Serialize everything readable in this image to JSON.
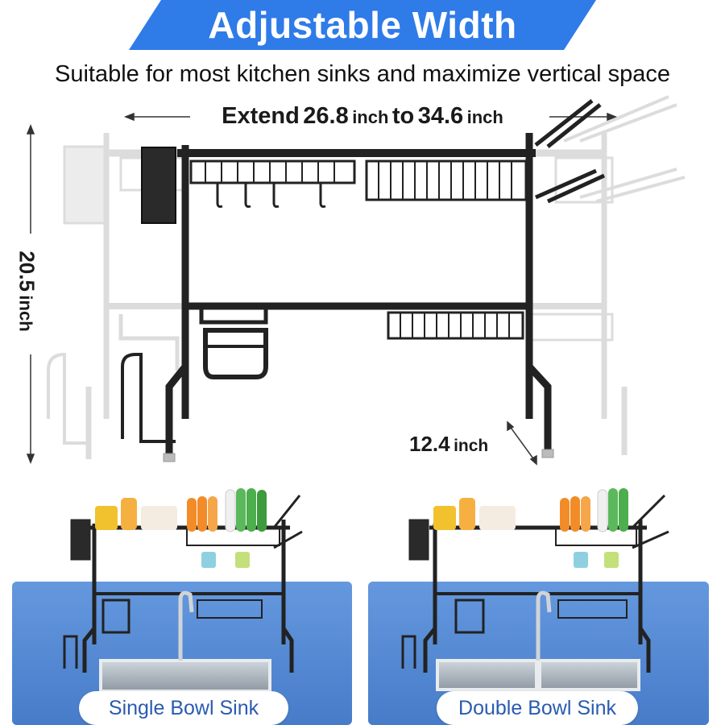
{
  "header": {
    "title": "Adjustable Width",
    "subtitle": "Suitable for most kitchen sinks and maximize vertical space"
  },
  "dimensions": {
    "width_prefix": "Extend",
    "width_min": "26.8",
    "width_unit_1": "inch",
    "width_to": "to",
    "width_max": "34.6",
    "width_unit_2": "inch",
    "height_value": "20.5",
    "height_unit": "inch",
    "depth_value": "12.4",
    "depth_unit": "inch"
  },
  "panels": [
    {
      "label": "Single Bowl Sink"
    },
    {
      "label": "Double Bowl Sink"
    }
  ],
  "colors": {
    "brand_blue": "#1565c0",
    "banner_blue": "#2f7be8",
    "panel_blue": "#5b8fd8",
    "rack_black": "#222222",
    "ghost_gray": "#d9d9d9",
    "label_text": "#2a5bb0"
  }
}
